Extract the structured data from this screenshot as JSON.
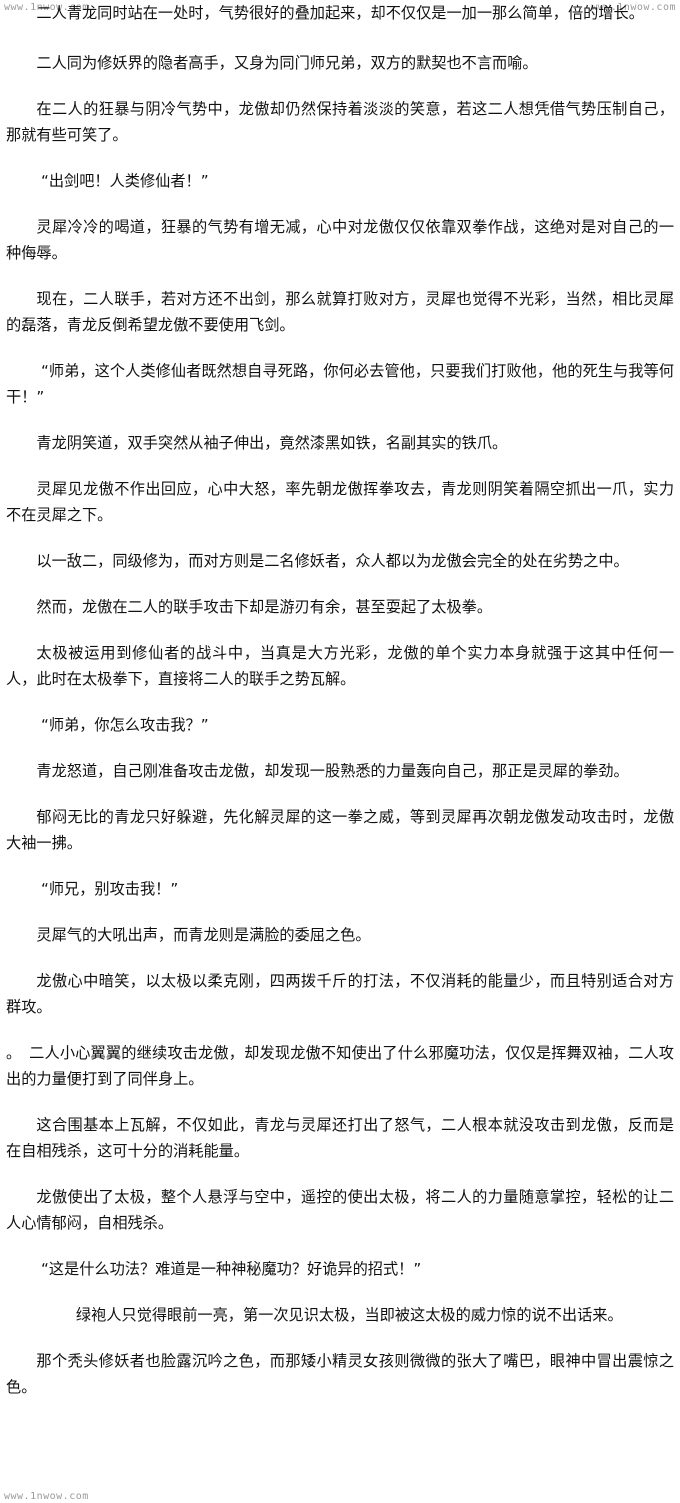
{
  "watermarks": {
    "top_left": "www.1nwow.com",
    "top_right": "www.1nwow.com",
    "bottom_left": "www.1nwow.com"
  },
  "paragraphs": [
    "二人青龙同时站在一处时，气势很好的叠加起来，却不仅仅是一加一那么简单，倍的增长。",
    "二人同为修妖界的隐者高手，又身为同门师兄弟，双方的默契也不言而喻。",
    "在二人的狂暴与阴冷气势中，龙傲却仍然保持着淡淡的笑意，若这二人想凭借气势压制自己，那就有些可笑了。",
    "“出剑吧！人类修仙者！”",
    "灵犀冷冷的喝道，狂暴的气势有增无减，心中对龙傲仅仅依靠双拳作战，这绝对是对自己的一种侮辱。",
    "现在，二人联手，若对方还不出剑，那么就算打败对方，灵犀也觉得不光彩，当然，相比灵犀的磊落，青龙反倒希望龙傲不要使用飞剑。",
    "“师弟，这个人类修仙者既然想自寻死路，你何必去管他，只要我们打败他，他的死生与我等何干！”",
    "青龙阴笑道，双手突然从袖子伸出，竟然漆黑如铁，名副其实的铁爪。",
    "灵犀见龙傲不作出回应，心中大怒，率先朝龙傲挥拳攻去，青龙则阴笑着隔空抓出一爪，实力不在灵犀之下。",
    "以一敌二，同级修为，而对方则是二名修妖者，众人都以为龙傲会完全的处在劣势之中。",
    "然而，龙傲在二人的联手攻击下却是游刃有余，甚至耍起了太极拳。",
    "太极被运用到修仙者的战斗中，当真是大方光彩，龙傲的单个实力本身就强于这其中任何一人，此时在太极拳下，直接将二人的联手之势瓦解。",
    "“师弟，你怎么攻击我？”",
    "青龙怒道，自己刚准备攻击龙傲，却发现一股熟悉的力量轰向自己，那正是灵犀的拳劲。",
    "郁闷无比的青龙只好躲避，先化解灵犀的这一拳之威，等到灵犀再次朝龙傲发动攻击时，龙傲大袖一拂。",
    "“师兄，别攻击我！”",
    "灵犀气的大吼出声，而青龙则是满脸的委屈之色。",
    "龙傲心中暗笑，以太极以柔克刚，四两拨千斤的打法，不仅消耗的能量少，而且特别适合对方群攻。",
    "。　二人小心翼翼的继续攻击龙傲，却发现龙傲不知使出了什么邪魔功法，仅仅是挥舞双袖，二人攻出的力量便打到了同伴身上。",
    "这合围基本上瓦解，不仅如此，青龙与灵犀还打出了怒气，二人根本就没攻击到龙傲，反而是在自相残杀，这可十分的消耗能量。",
    "龙傲使出了太极，整个人悬浮与空中，遥控的使出太极，将二人的力量随意掌控，轻松的让二人心情郁闷，自相残杀。",
    "“这是什么功法？难道是一种神秘魔功？好诡异的招式！”",
    "绿袍人只觉得眼前一亮，第一次见识太极，当即被这太极的威力惊的说不出话来。",
    "那个秃头修妖者也脸露沉吟之色，而那矮小精灵女孩则微微的张大了嘴巴，眼神中冒出震惊之色。"
  ]
}
